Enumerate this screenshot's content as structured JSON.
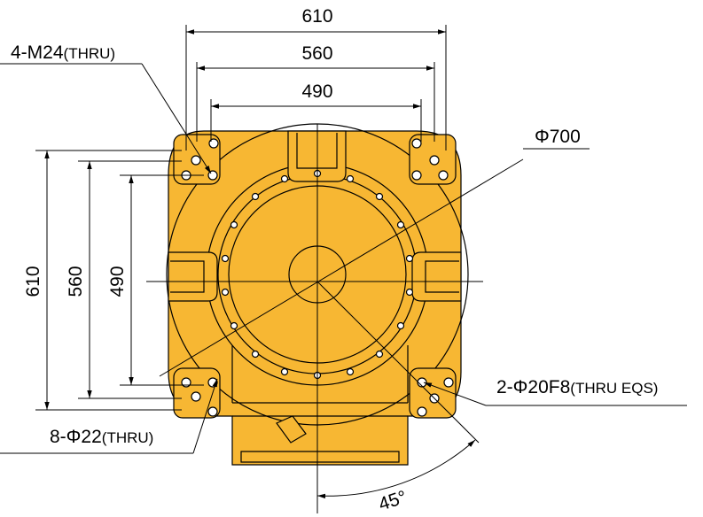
{
  "dimensions": {
    "top_610": "610",
    "top_560": "560",
    "top_490": "490",
    "left_610": "610",
    "left_560": "560",
    "left_490": "490",
    "angle": "45°"
  },
  "callouts": {
    "bolts_main": "4-M24",
    "bolts_sub": "(THRU)",
    "diameter": "Φ700",
    "pins_main": "2-Φ20F8",
    "pins_sub": "(THRU EQS)",
    "holes_main": "8-Φ22",
    "holes_sub": "(THRU)"
  },
  "colors": {
    "body": "#f7b733",
    "line": "#000000"
  }
}
